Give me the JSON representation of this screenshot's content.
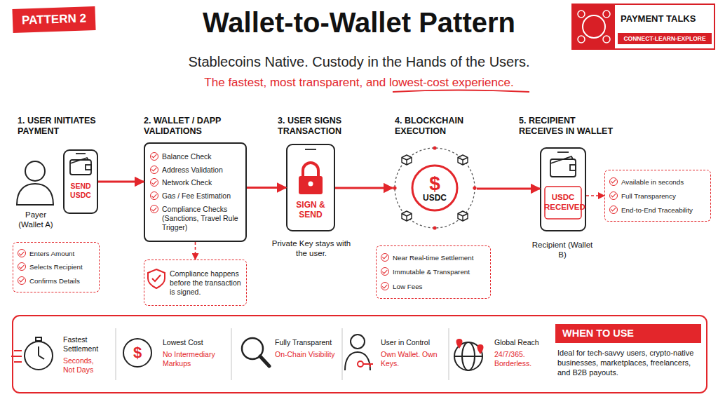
{
  "diagram": {
    "title": "Wallet-to-Wallet Pattern",
    "nodes": [
      {
        "text": [
          "PATTERN 2"
        ]
      },
      {
        "text": [
          "PAYMENT TALKS",
          "CONNECT-LEARN-EXPLORE"
        ]
      },
      {
        "text": [
          "SEND USDC"
        ]
      },
      {
        "text": [
          "Enters Amount",
          "Selects Recipient",
          "Confirms Details"
        ]
      },
      {
        "text": [
          "Balance Check",
          "Address Validation",
          "Network Check",
          "Gas / Fee Estimation",
          "Compliance Checks (Sanctions, Travel Rule Trigger)"
        ]
      },
      {
        "text": [
          "Compliance happens before the transaction is signed."
        ]
      },
      {
        "text": [
          "SIGN & SEND"
        ]
      },
      {
        "text": [
          "$",
          "USDC"
        ]
      },
      {
        "text": [
          "Near Real-time Settlement",
          "Immutable & Transparent",
          "Low Fees"
        ]
      },
      {
        "text": [
          "USDC RECEIVED"
        ]
      },
      {
        "text": [
          "Available in seconds",
          "Full Transparency",
          "End-to-End Traceability"
        ]
      },
      {
        "text": [
          "WHEN TO USE"
        ]
      },
      {
        "text": [
          "$"
        ]
      }
    ],
    "edges": [
      {
        "from": 2,
        "to": 4,
        "arrow": "to"
      },
      {
        "from": 4,
        "to": 6,
        "arrow": "to"
      },
      {
        "from": 6,
        "to": 7,
        "arrow": "to"
      },
      {
        "from": 7,
        "to": 9,
        "arrow": "to"
      },
      {
        "from": 4,
        "to": 5,
        "arrow": "to"
      },
      {
        "from": 9,
        "to": 10,
        "arrow": "to"
      }
    ],
    "labels": [
      "Stablecoins Native. Custody in the Hands of the Users.",
      "The fastest, most transparent, and lowest-cost experience.",
      "1. USER INITIATES PAYMENT",
      "Payer (Wallet A)",
      "2. WALLET / DAPP VALIDATIONS",
      "3. USER SIGNS TRANSACTION",
      "Private Key stays with the user.",
      "4. BLOCKCHAIN EXECUTION",
      "5. RECIPIENT RECEIVES IN WALLET",
      "Recipient (Wallet B)",
      "Fastest Settlement",
      "Seconds, Not Days",
      "Lowest Cost",
      "No Intermediary Markups",
      "Fully Transparent",
      "On-Chain Visibility",
      "User in Control",
      "Own Wallet. Own Keys.",
      "Global Reach",
      "24/7/365. Borderless.",
      "Ideal for tech-savvy users, crypto-native businesses, marketplaces, freelancers, and B2B payouts."
    ]
  }
}
